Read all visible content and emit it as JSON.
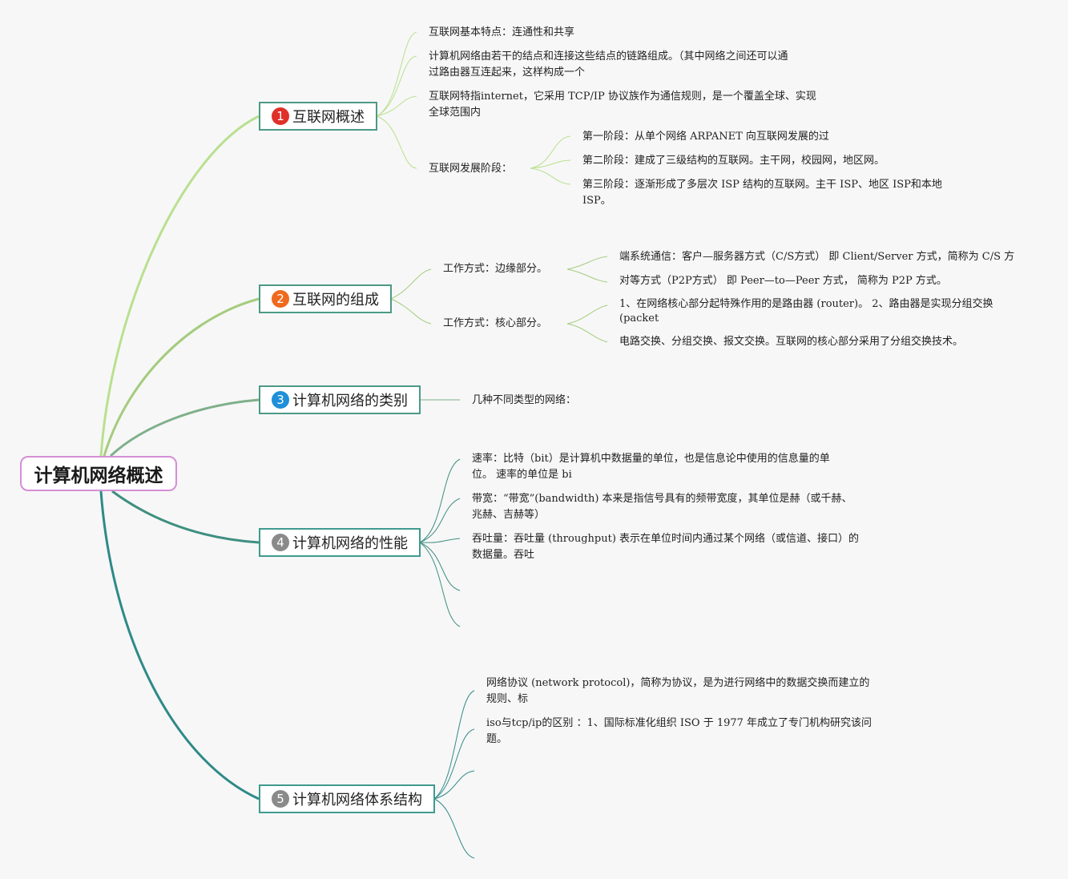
{
  "root": {
    "label": "计算机网络概述"
  },
  "topics": [
    {
      "number": "1",
      "label": "互联网概述",
      "badge_color": "#e0302a",
      "children": [
        {
          "lines": [
            "互联网基本特点：连通性和共享"
          ]
        },
        {
          "lines": [
            "计算机网络由若干的结点和连接这些结点的链路组成。（其中网络之间还可以通",
            "过路由器互连起来，这样构成一个"
          ]
        },
        {
          "lines": [
            "互联网特指internet，它采用 TCP/IP 协议族作为通信规则，是一个覆盖全球、实现",
            "全球范围内"
          ]
        },
        {
          "lines": [
            "互联网发展阶段："
          ],
          "children": [
            {
              "lines": [
                "第一阶段：从单个网络 ARPANET 向互联网发展的过"
              ]
            },
            {
              "lines": [
                "第二阶段：建成了三级结构的互联网。主干网，校园网，地区网。"
              ]
            },
            {
              "lines": [
                "第三阶段：逐渐形成了多层次 ISP 结构的互联网。主干 ISP、地区 ISP和本地",
                "ISP。"
              ]
            }
          ]
        }
      ]
    },
    {
      "number": "2",
      "label": "互联网的组成",
      "badge_color": "#ef6a1f",
      "children": [
        {
          "lines": [
            "工作方式：边缘部分。"
          ],
          "children": [
            {
              "lines": [
                "端系统通信：客户—服务器方式（C/S方式） 即 Client/Server 方式，简称为 C/S 方"
              ]
            },
            {
              "lines": [
                "对等方式（P2P方式） 即 Peer—to—Peer 方式， 简称为 P2P 方式。"
              ]
            }
          ]
        },
        {
          "lines": [
            "工作方式：核心部分。"
          ],
          "children": [
            {
              "lines": [
                "1、在网络核心部分起特殊作用的是路由器 (router)。 2、路由器是实现分组交换",
                "(packet"
              ]
            },
            {
              "lines": [
                "电路交换、分组交换、报文交换。互联网的核心部分采用了分组交换技术。"
              ]
            }
          ]
        }
      ]
    },
    {
      "number": "3",
      "label": "计算机网络的类别",
      "badge_color": "#1e8fd8",
      "children": [
        {
          "lines": [
            "几种不同类型的网络："
          ]
        }
      ]
    },
    {
      "number": "4",
      "label": "计算机网络的性能",
      "badge_color": "#8a8a8a",
      "children": [
        {
          "lines": [
            "速率：比特（bit）是计算机中数据量的单位，也是信息论中使用的信息量的单",
            "位。 速率的单位是 bi"
          ]
        },
        {
          "lines": [
            "带宽：“带宽”(bandwidth) 本来是指信号具有的频带宽度，其单位是赫（或千赫、",
            "兆赫、吉赫等）"
          ]
        },
        {
          "lines": [
            "吞吐量：吞吐量 (throughput) 表示在单位时间内通过某个网络（或信道、接口）的",
            "数据量。吞吐"
          ]
        },
        {
          "lines": []
        },
        {
          "lines": []
        }
      ]
    },
    {
      "number": "5",
      "label": "计算机网络体系结构",
      "badge_color": "#8a8a8a",
      "children": [
        {
          "lines": [
            "网络协议 (network protocol)，简称为协议，是为进行网络中的数据交换而建立的",
            "规则、标"
          ]
        },
        {
          "lines": [
            "iso与tcp/ip的区别 ：1、国际标准化组织 ISO 于 1977 年成立了专门机构研究该问",
            "题。"
          ]
        },
        {
          "lines": []
        },
        {
          "lines": []
        }
      ]
    }
  ]
}
